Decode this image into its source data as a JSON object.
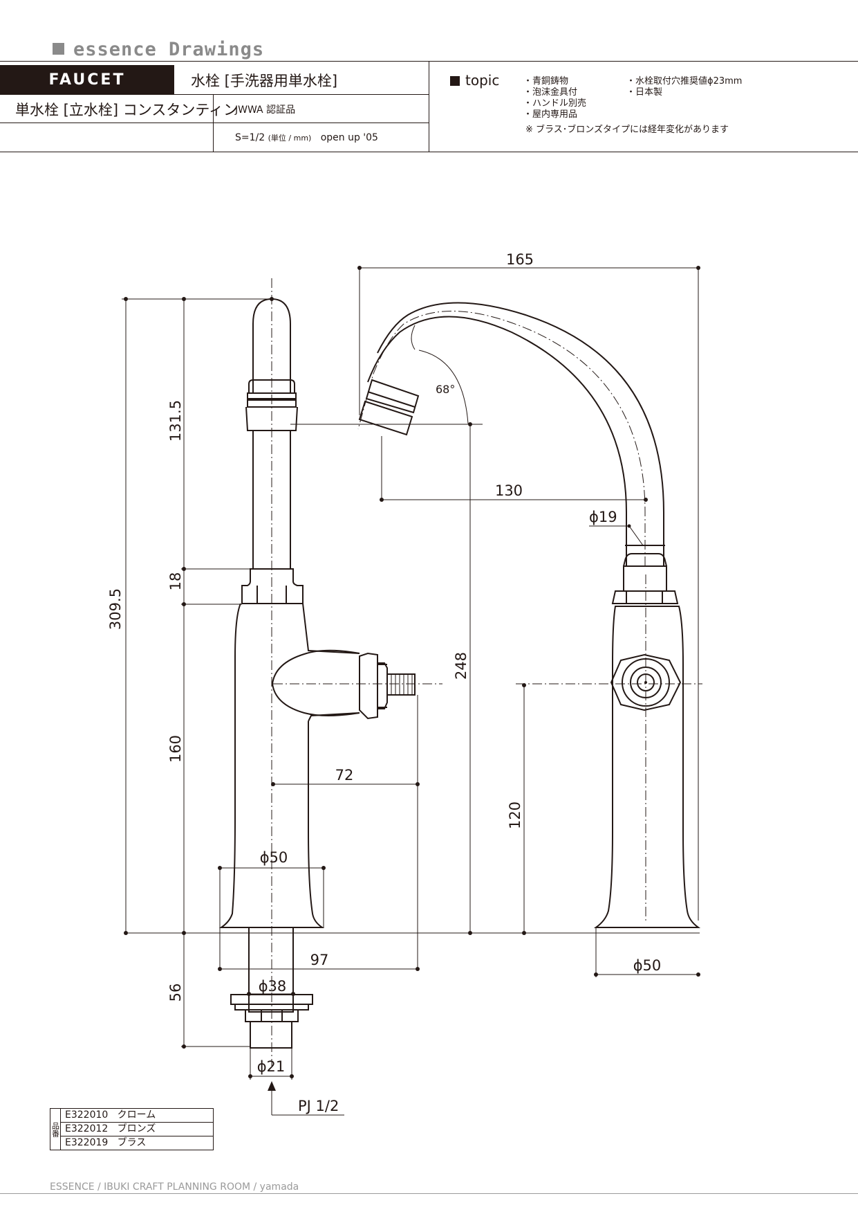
{
  "header": {
    "brand": "essence Drawings",
    "category_tag": "FAUCET",
    "category": "水栓 [手洗器用単水栓]",
    "model_name": "単水栓 [立水栓] コンスタンティン",
    "certification": "JWWA 認証品",
    "scale": "S=1/2",
    "scale_unit": "(単位 / mm)",
    "open_up": "open up '05"
  },
  "topic": {
    "title": "topic",
    "notes_left": [
      "・青銅鋳物",
      "・泡沫金具付",
      "・ハンドル別売",
      "・屋内専用品"
    ],
    "notes_right": [
      "・水栓取付穴推奨値ϕ23mm",
      "・日本製"
    ],
    "note_wide": "※ ブラス･ブロンズタイプには経年変化があります"
  },
  "dimensions": {
    "width_top": "165",
    "angle": "68°",
    "spout_reach": "130",
    "spout_dia": "ϕ19",
    "total_height": "309.5",
    "top_height": "131.5",
    "nut_height": "18",
    "body_height": "160",
    "center_height": "248",
    "handle_height": "120",
    "handle_reach": "72",
    "base_dia_front": "ϕ50",
    "base_reach": "97",
    "base_dia_side": "ϕ50",
    "shank_length": "56",
    "shank_dia": "ϕ38",
    "thread_dia": "ϕ21",
    "thread": "PJ 1/2"
  },
  "part_numbers": {
    "label": "品番",
    "rows": [
      {
        "code": "E322010",
        "finish": "クローム"
      },
      {
        "code": "E322012",
        "finish": "ブロンズ"
      },
      {
        "code": "E322019",
        "finish": "ブラス"
      }
    ]
  },
  "footer": "ESSENCE / IBUKI CRAFT   PLANNING ROOM / yamada"
}
